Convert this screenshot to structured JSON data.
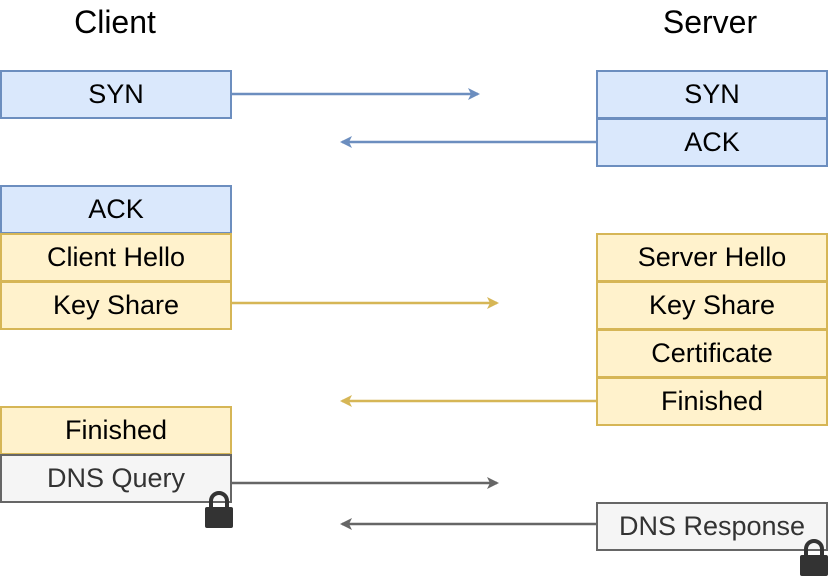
{
  "headers": {
    "client": "Client",
    "server": "Server"
  },
  "colors": {
    "tcp_fill": "#dae8fc",
    "tcp_stroke": "#6c8ebf",
    "tls_fill": "#fff2cc",
    "tls_stroke": "#d6b656",
    "dns_fill": "#f5f5f5",
    "dns_stroke": "#666666",
    "lock": "#333333"
  },
  "client_messages": {
    "syn": "SYN",
    "ack": "ACK",
    "client_hello": "Client Hello",
    "key_share": "Key Share",
    "finished": "Finished",
    "dns_query": "DNS Query"
  },
  "server_messages": {
    "syn": "SYN",
    "ack": "ACK",
    "server_hello": "Server Hello",
    "key_share": "Key Share",
    "certificate": "Certificate",
    "finished": "Finished",
    "dns_response": "DNS Response"
  },
  "icons": {
    "encryption": "lock-icon"
  }
}
